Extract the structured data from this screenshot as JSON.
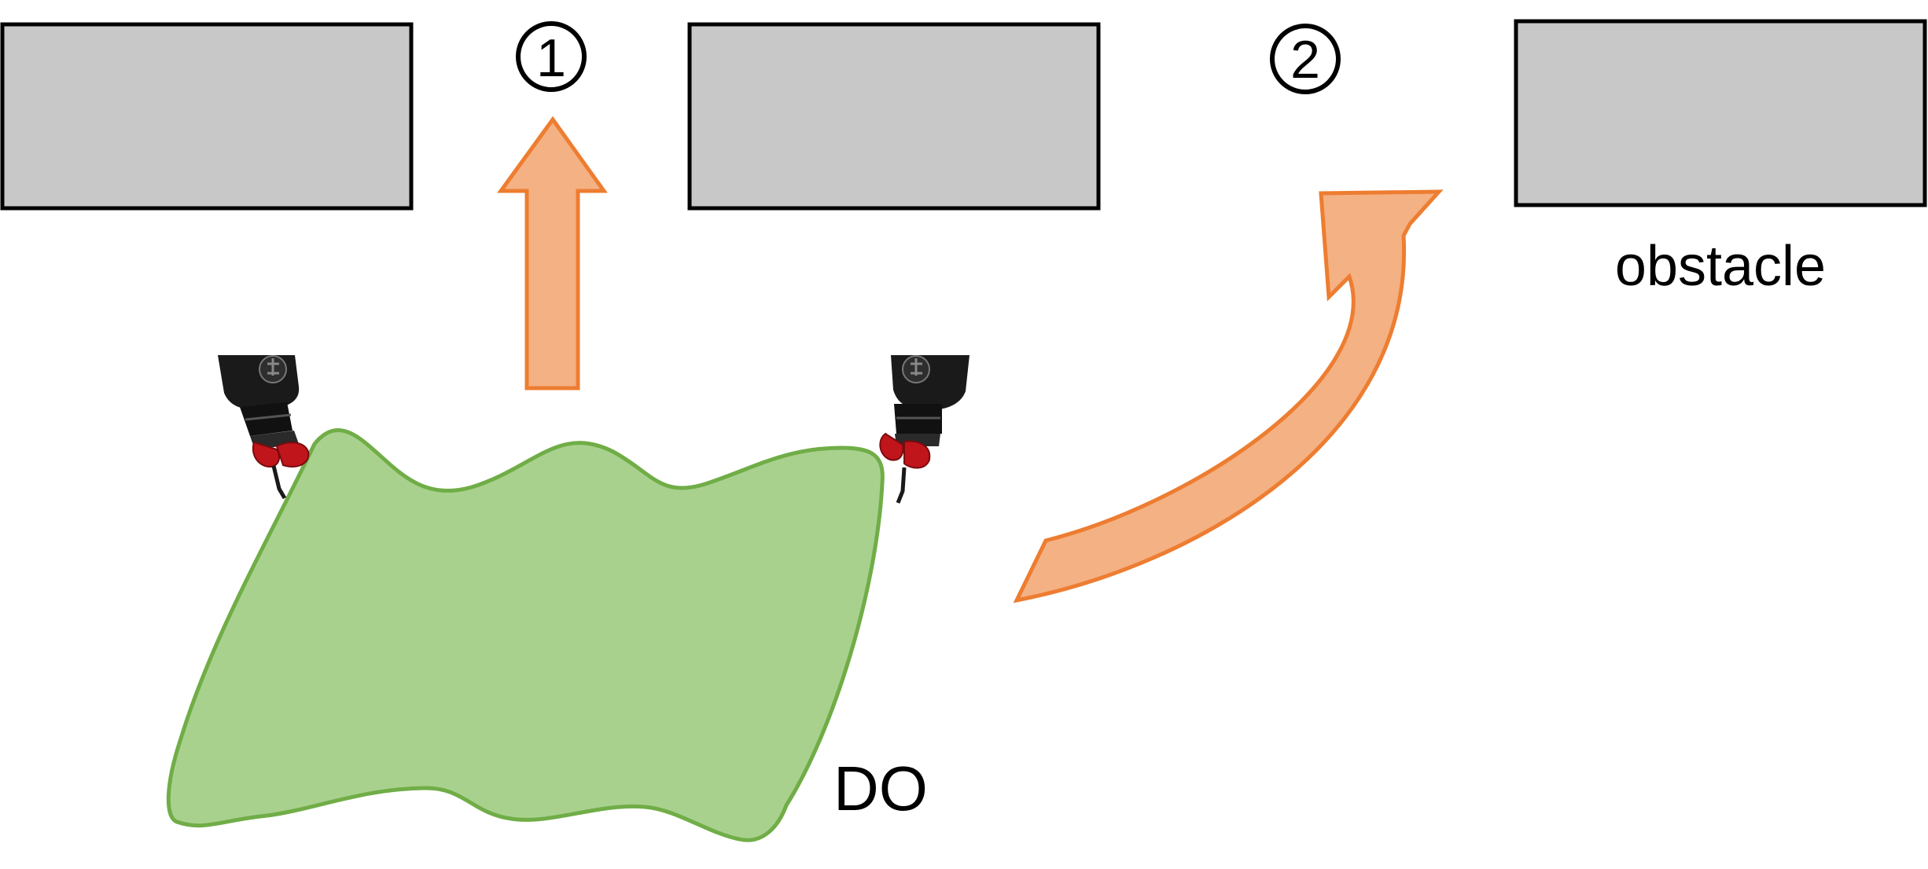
{
  "diagram": {
    "steps": [
      {
        "id": "step-1",
        "label": "1"
      },
      {
        "id": "step-2",
        "label": "2"
      }
    ],
    "labels": {
      "obstacle": "obstacle",
      "deformable_object": "DO"
    },
    "colors": {
      "obstacle_fill": "#c8c8c8",
      "obstacle_stroke": "#000000",
      "arrow_fill": "#f4b183",
      "arrow_stroke": "#ed7d31",
      "cloth_fill": "#a9d18e",
      "cloth_stroke": "#70ad47",
      "gripper_body": "#1a1a1a",
      "gripper_finger": "#c0151b"
    },
    "icons": {
      "left_gripper": "robot-gripper-icon",
      "right_gripper": "robot-gripper-icon"
    }
  }
}
